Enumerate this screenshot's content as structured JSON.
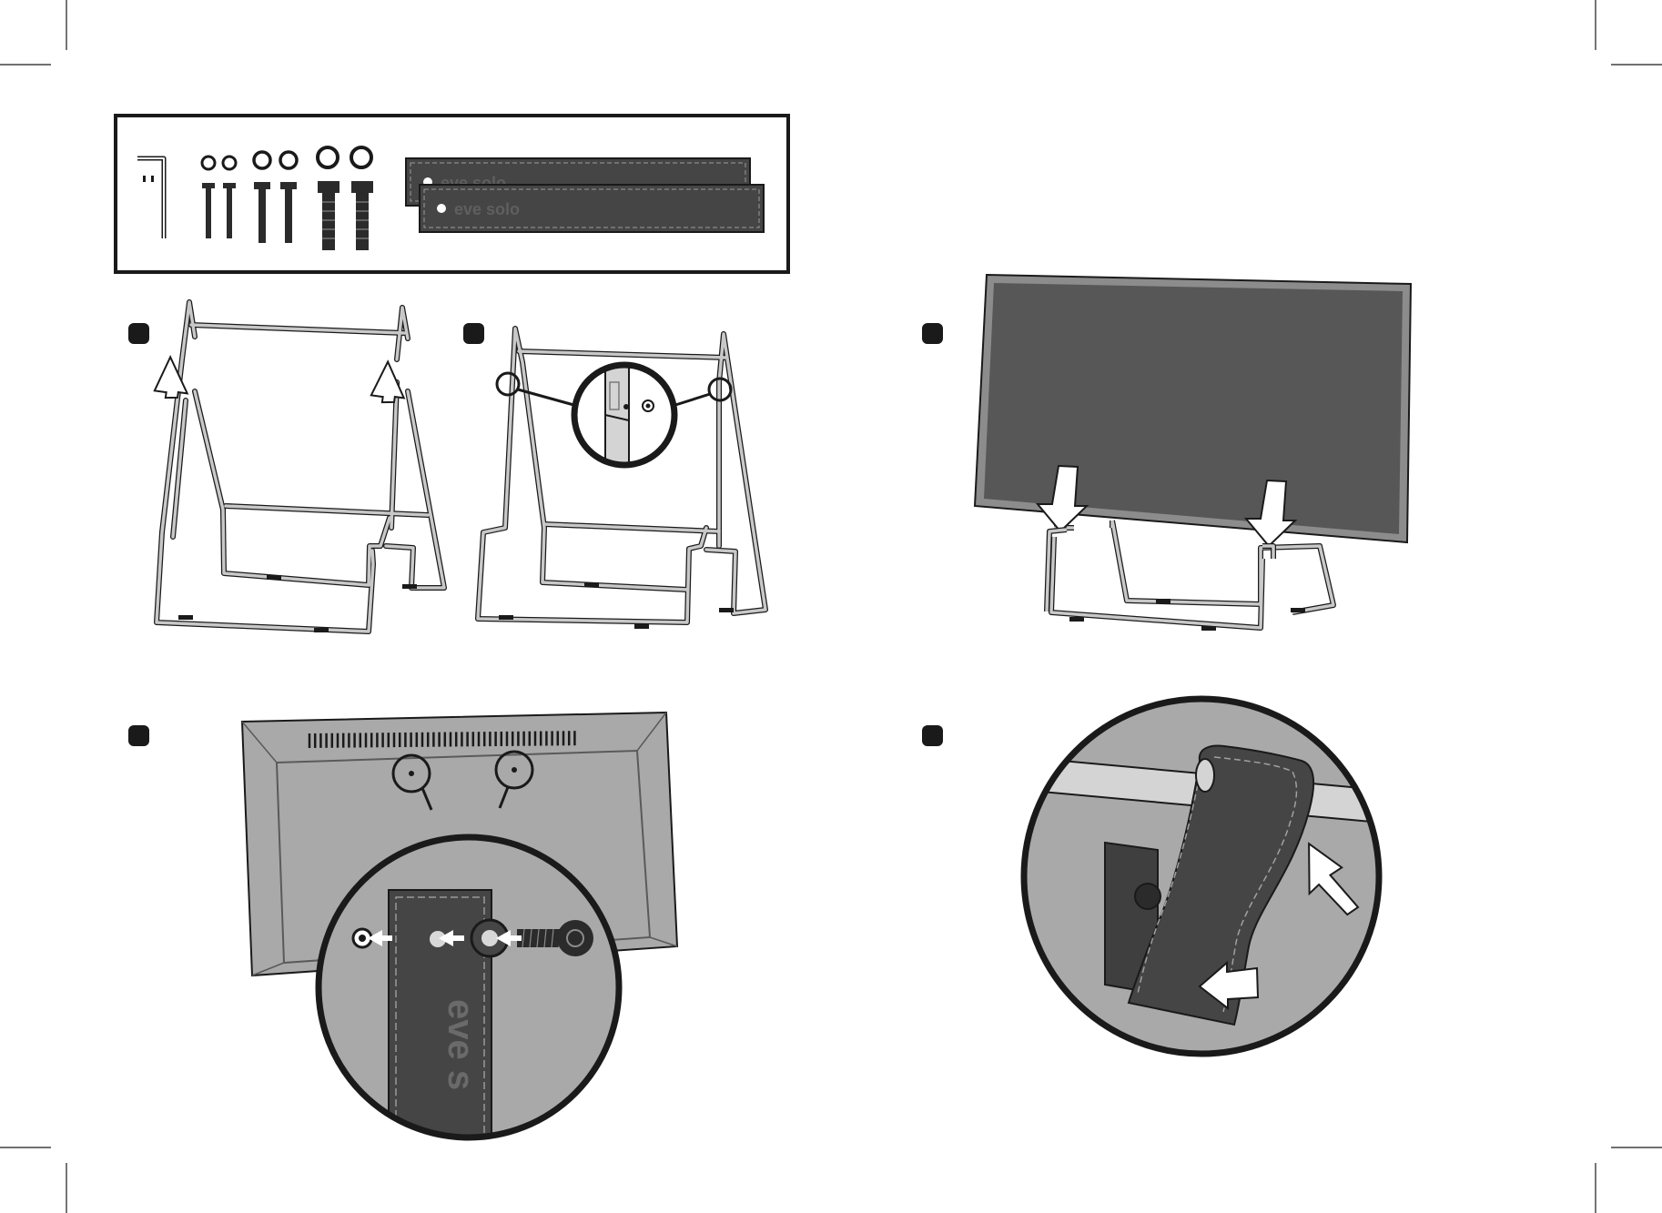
{
  "document": {
    "type": "assembly-instructions",
    "palette": {
      "line": "#1a1a1a",
      "frame": "#c8c8c8",
      "screen": "#575757",
      "strap": "#454545",
      "backPanel": "#a9a9a9",
      "bezel": "#8c8c8c",
      "background": "#ffffff"
    }
  },
  "parts": {
    "items": [
      {
        "name": "hex-key"
      },
      {
        "name": "washer-small"
      },
      {
        "name": "washer-small"
      },
      {
        "name": "washer-medium"
      },
      {
        "name": "washer-medium"
      },
      {
        "name": "washer-large"
      },
      {
        "name": "washer-large"
      },
      {
        "name": "bolt-small"
      },
      {
        "name": "bolt-small"
      },
      {
        "name": "bolt-medium"
      },
      {
        "name": "bolt-medium"
      },
      {
        "name": "bolt-large"
      },
      {
        "name": "bolt-large"
      },
      {
        "name": "strap"
      },
      {
        "name": "strap"
      }
    ],
    "strap_text": [
      "eve solo",
      "eve solo"
    ]
  },
  "steps": [
    {
      "marker": "step-1",
      "icon": "insert-up-arrows"
    },
    {
      "marker": "step-2",
      "icon": "detail-magnifier"
    },
    {
      "marker": "step-3",
      "icon": "place-tv-arrows"
    },
    {
      "marker": "step-4",
      "icon": "screw-insert-arrows",
      "strap_text": "eve s"
    },
    {
      "marker": "step-5",
      "icon": "strap-fold-arrows"
    }
  ]
}
